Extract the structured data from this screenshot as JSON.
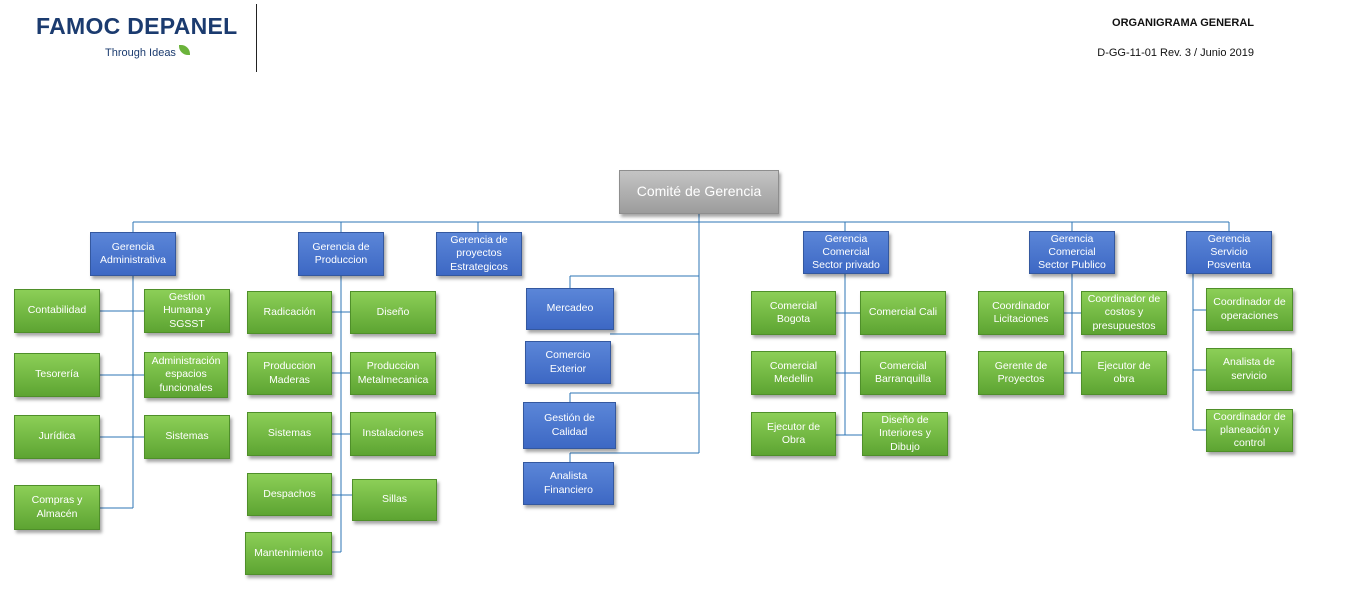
{
  "header": {
    "logo_text": "FAMOC DEPANEL",
    "logo_tagline": "Through Ideas",
    "doc_title": "ORGANIGRAMA GENERAL",
    "doc_code": "D-GG-11-01 Rev. 3 / Junio 2019"
  },
  "colors": {
    "blue": "#4472c4",
    "green": "#70ad47",
    "gray": "#a6a6a6",
    "line": "#2e75b6"
  },
  "org": {
    "top": "Comité de Gerencia",
    "administrativa": {
      "label": "Gerencia Administrativa",
      "left": [
        "Contabilidad",
        "Tesorería",
        "Jurídica",
        "Compras y Almacén"
      ],
      "right": [
        "Gestion Humana y SGSST",
        "Administración espacios funcionales",
        "Sistemas"
      ]
    },
    "produccion": {
      "label": "Gerencia de Produccion",
      "left": [
        "Radicación",
        "Produccion Maderas",
        "Sistemas",
        "Despachos",
        "Mantenimiento"
      ],
      "right": [
        "Diseño",
        "Produccion Metalmecanica",
        "Instalaciones",
        "Sillas"
      ]
    },
    "proyectos": {
      "label": "Gerencia de proyectos Estrategicos"
    },
    "staff": [
      "Mercadeo",
      "Comercio Exterior",
      "Gestión de Calidad",
      "Analista Financiero"
    ],
    "comercial_privado": {
      "label": "Gerencia Comercial Sector privado",
      "left": [
        "Comercial Bogota",
        "Comercial Medellin",
        "Ejecutor de Obra"
      ],
      "right": [
        "Comercial Cali",
        "Comercial Barranquilla",
        "Diseño de Interiores  y Dibujo"
      ]
    },
    "comercial_publico": {
      "label": "Gerencia Comercial Sector Publico",
      "left": [
        "Coordinador Licitaciones",
        "Gerente de Proyectos"
      ],
      "right": [
        "Coordinador de costos y presupuestos",
        "Ejecutor de obra"
      ]
    },
    "posventa": {
      "label": "Gerencia Servicio Posventa",
      "items": [
        "Coordinador de operaciones",
        "Analista de servicio",
        "Coordinador de planeación y control"
      ]
    }
  }
}
